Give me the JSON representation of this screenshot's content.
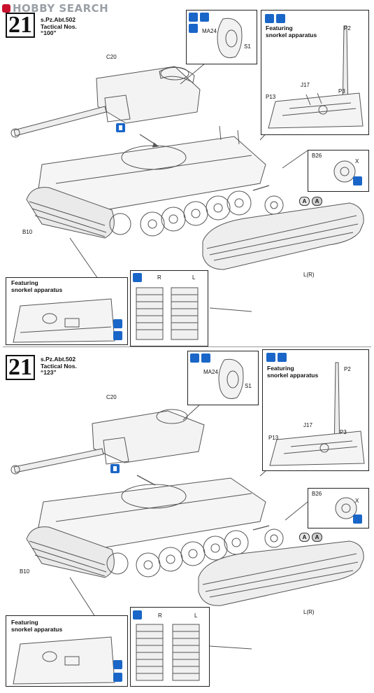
{
  "watermark": "HOBBY SEARCH",
  "steps": [
    {
      "number": "21",
      "unit_line1": "s.Pz.Abt.502",
      "unit_line2": "Tactical Nos.",
      "unit_line3": "“100”",
      "labels": {
        "c20": "C20",
        "ma24": "MA24",
        "s1": "S1",
        "p2": "P2",
        "p3": "P3",
        "p13": "P13",
        "j17": "J17",
        "b26": "B26",
        "x": "X",
        "b10": "B10",
        "lr": "L(R)",
        "r": "R",
        "l": "L",
        "a1": "A",
        "a2": "A"
      },
      "snorkel_top_line1": "Featuring",
      "snorkel_top_line2": "snorkel apparatus",
      "snorkel_bottom_line1": "Featuring",
      "snorkel_bottom_line2": "snorkel apparatus"
    },
    {
      "number": "21",
      "unit_line1": "s.Pz.Abt.502",
      "unit_line2": "Tactical Nos.",
      "unit_line3": "“123”",
      "labels": {
        "c20": "C20",
        "ma24": "MA24",
        "s1": "S1",
        "p2": "P2",
        "p3": "P3",
        "p13": "P13",
        "j17": "J17",
        "b26": "B26",
        "x": "X",
        "b10": "B10",
        "lr": "L(R)",
        "r": "R",
        "l": "L",
        "a1": "A",
        "a2": "A"
      },
      "snorkel_top_line1": "Featuring",
      "snorkel_top_line2": "snorkel apparatus",
      "snorkel_bottom_line1": "Featuring",
      "snorkel_bottom_line2": "snorkel apparatus"
    }
  ],
  "colors": {
    "icon_blue": "#1a66c8",
    "line": "#222222",
    "drawing": "#555555"
  }
}
